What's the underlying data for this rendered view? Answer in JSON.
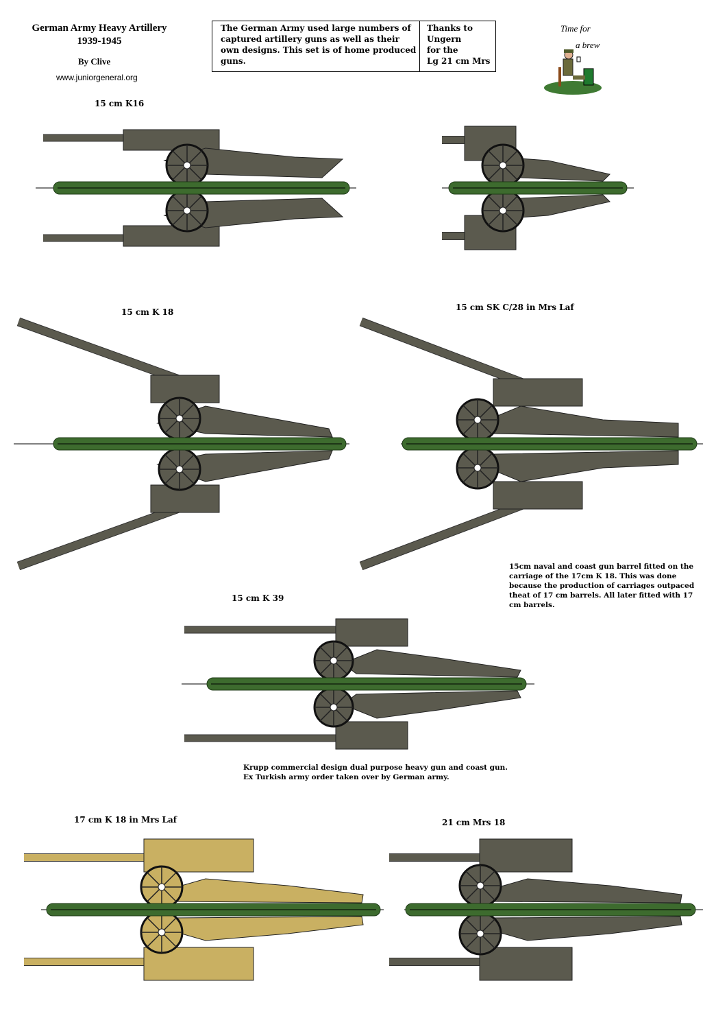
{
  "header": {
    "title_line1": "German Army Heavy Artillery",
    "title_line2": "1939-1945",
    "byline": "By Clive",
    "website": "www.juniorgeneral.org"
  },
  "info": {
    "description": "The German Army used large numbers of captured artillery guns as well as their own designs. This set is of home produced guns.",
    "thanks": [
      "Thanks to",
      "Ungern",
      "for the",
      "Lg 21 cm Mrs"
    ]
  },
  "logo": {
    "line1": "Time for",
    "line2": "a brew"
  },
  "guns": [
    {
      "label": "15 cm K16",
      "color": "#5b5a4e"
    },
    {
      "label": "15 cm K 18",
      "color": "#5b5a4e"
    },
    {
      "label": "15 cm SK C/28 in Mrs Laf",
      "color": "#5b5a4e"
    },
    {
      "label": "15 cm K 39",
      "color": "#5b5a4e"
    },
    {
      "label": "17 cm K 18 in Mrs Laf",
      "color": "#c9b062"
    },
    {
      "label": "21 cm Mrs 18",
      "color": "#5b5a4e"
    }
  ],
  "notes": {
    "sk_c28": "15cm naval and coast gun barrel fitted on the carriage of the 17cm K 18. This was done because the production of carriages outpaced theat of 17 cm barrels. All later fitted with 17 cm barrels.",
    "k39_line1": "Krupp commercial design dual purpose heavy gun and coast gun.",
    "k39_line2": "Ex Turkish army order taken over by German army."
  },
  "colors": {
    "base": "#3d6b2e",
    "gun_grey": "#5b5a4e",
    "gun_tan": "#c9b062"
  }
}
